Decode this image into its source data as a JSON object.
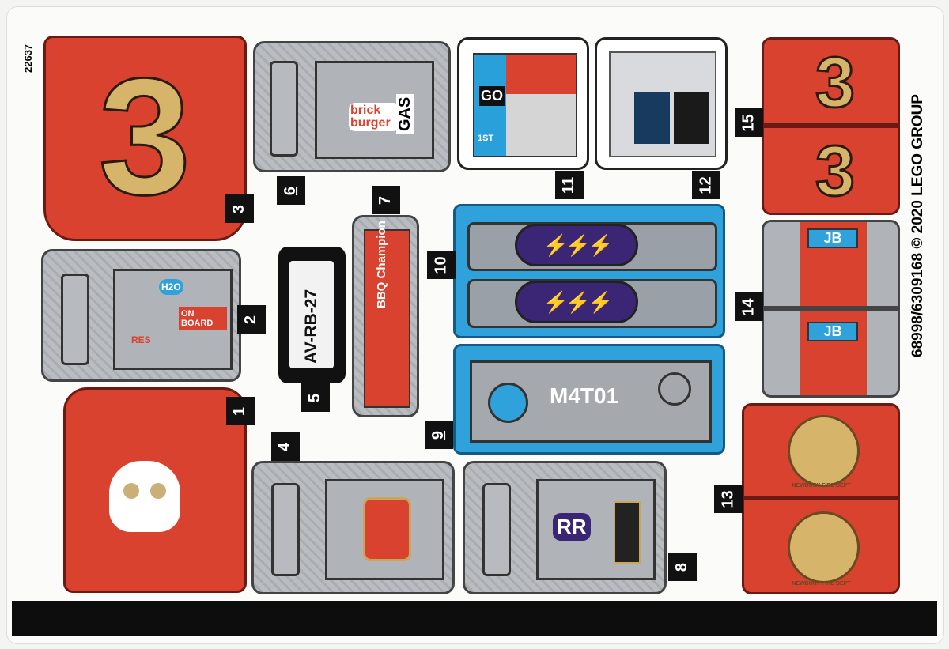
{
  "sheet": {
    "code": "22637",
    "copyright": "68998/6309168 © 2020 LEGO GROUP"
  },
  "stickers": {
    "s1": {
      "label": "1"
    },
    "s2": {
      "label": "2",
      "h2o": "H2O",
      "res": "RES",
      "on_board": "ON BOARD"
    },
    "s3": {
      "label": "3",
      "big_number": "3"
    },
    "s4": {
      "label": "4"
    },
    "s5": {
      "label": "5",
      "plate": "AV-RB-27"
    },
    "s6": {
      "label": "6",
      "brand": "brick burger",
      "gas": "GAS"
    },
    "s7": {
      "label": "7",
      "text": "BBQ Champion"
    },
    "s8": {
      "label": "8",
      "logo": "RR"
    },
    "s9": {
      "label": "9",
      "text": "M4T01"
    },
    "s10": {
      "label": "10"
    },
    "s11": {
      "label": "11",
      "go": "GO",
      "place": "1ST"
    },
    "s12": {
      "label": "12"
    },
    "s13": {
      "label": "13",
      "badge": "NEWBURY FIRE DEPT"
    },
    "s14": {
      "label": "14",
      "logo": "JB"
    },
    "s15": {
      "label": "15",
      "big_number": "3"
    }
  },
  "colors": {
    "red": "#d8422e",
    "grey": "#b0b3b8",
    "blue": "#2fa2dc",
    "gold": "#d6b46a"
  }
}
